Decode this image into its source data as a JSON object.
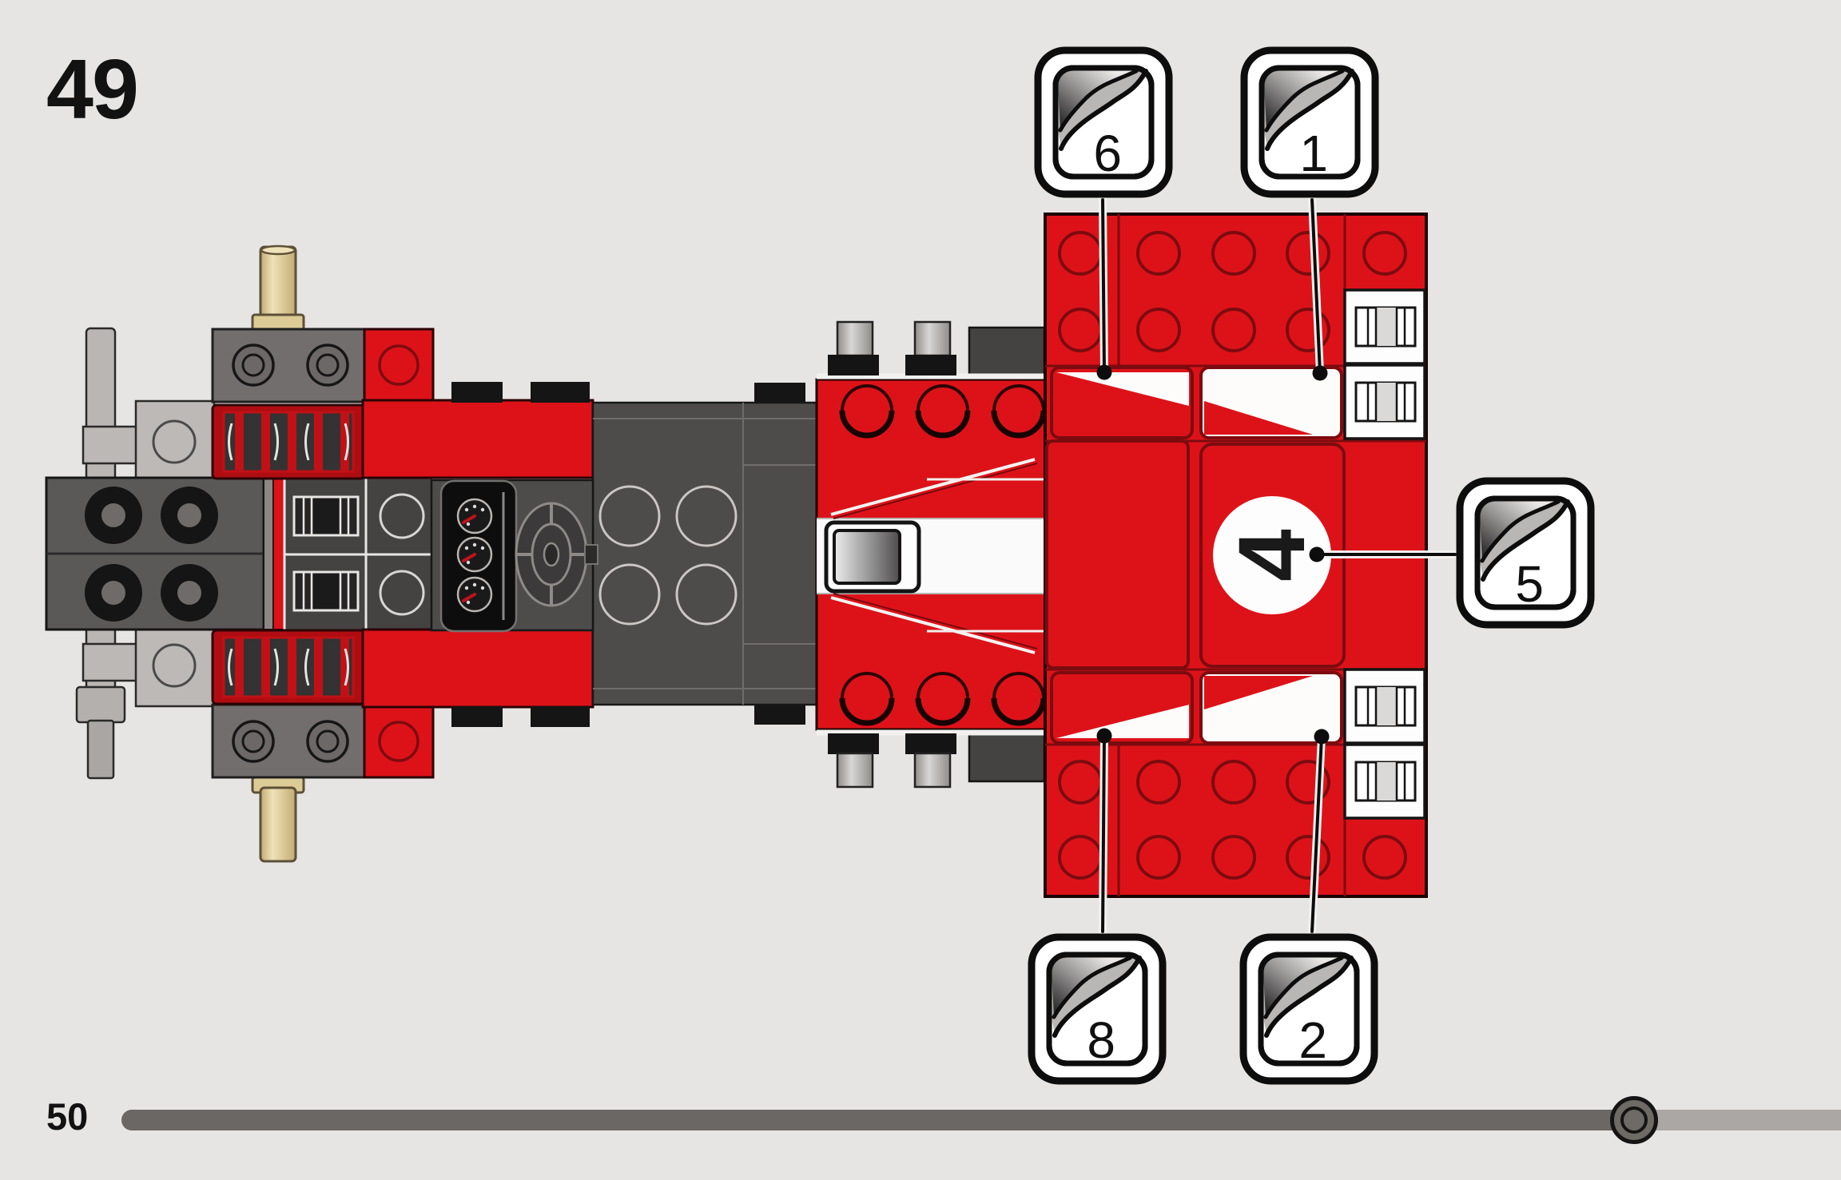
{
  "page": {
    "step_number": "49",
    "page_number": "50"
  },
  "stickers": {
    "top_left": "6",
    "top_right": "1",
    "right": "5",
    "bottom_left": "8",
    "bottom_right": "2",
    "car_number": "4"
  },
  "colors": {
    "brick_red": "#dd1219",
    "red_outline": "#7c0b0f",
    "background": "#e7e5e3",
    "dark_gray": "#4e4b4b",
    "light_gray": "#b9b6b3",
    "tan": "#e4d3a0",
    "progress_fill": "#6b6764",
    "progress_track": "#aba7a4"
  }
}
